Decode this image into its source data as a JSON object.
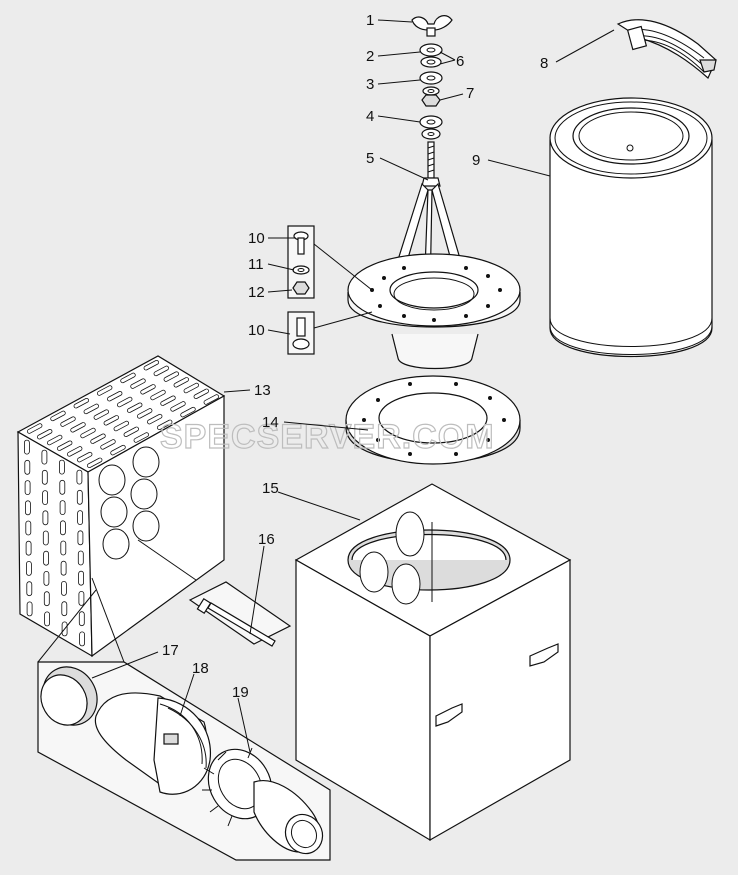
{
  "diagram": {
    "watermark": "SPECSERVER.COM",
    "callouts": [
      "1",
      "2",
      "3",
      "4",
      "5",
      "6",
      "7",
      "8",
      "9",
      "10",
      "11",
      "12",
      "10",
      "13",
      "14",
      "15",
      "16",
      "17",
      "18",
      "19"
    ]
  }
}
